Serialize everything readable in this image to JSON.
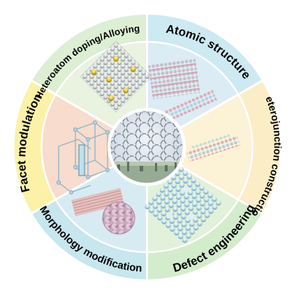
{
  "segments": [
    {
      "id": "heteroatom",
      "label": "Heteroatom doping/Alloying",
      "outer_color": "#dcefd2",
      "inner_color": "#e9f3e0"
    },
    {
      "id": "atomic",
      "label": "Atomic structure",
      "outer_color": "#cde9f1",
      "inner_color": "#dcecf4"
    },
    {
      "id": "heterojunction",
      "label": "Heterojunction construction",
      "outer_color": "#fbeec7",
      "inner_color": "#fcf2d6"
    },
    {
      "id": "defect",
      "label": "Defect engineering",
      "outer_color": "#d3eccb",
      "inner_color": "#e2f1d9"
    },
    {
      "id": "morphology",
      "label": "Morphology modification",
      "outer_color": "#c7e6ee",
      "inner_color": "#d7ecf2"
    },
    {
      "id": "facet",
      "label": "Facet modulation",
      "outer_color": "#fbf2a8",
      "inner_color": "#f8dccd"
    }
  ],
  "colors": {
    "atom_grey": "#c9ccd2",
    "atom_dark": "#7e8691",
    "dopant_yellow": "#e6c21e",
    "layer_pink": "#dca4b0",
    "layer_blue": "#9ed3df",
    "center_bg": "#dfe7ef"
  }
}
